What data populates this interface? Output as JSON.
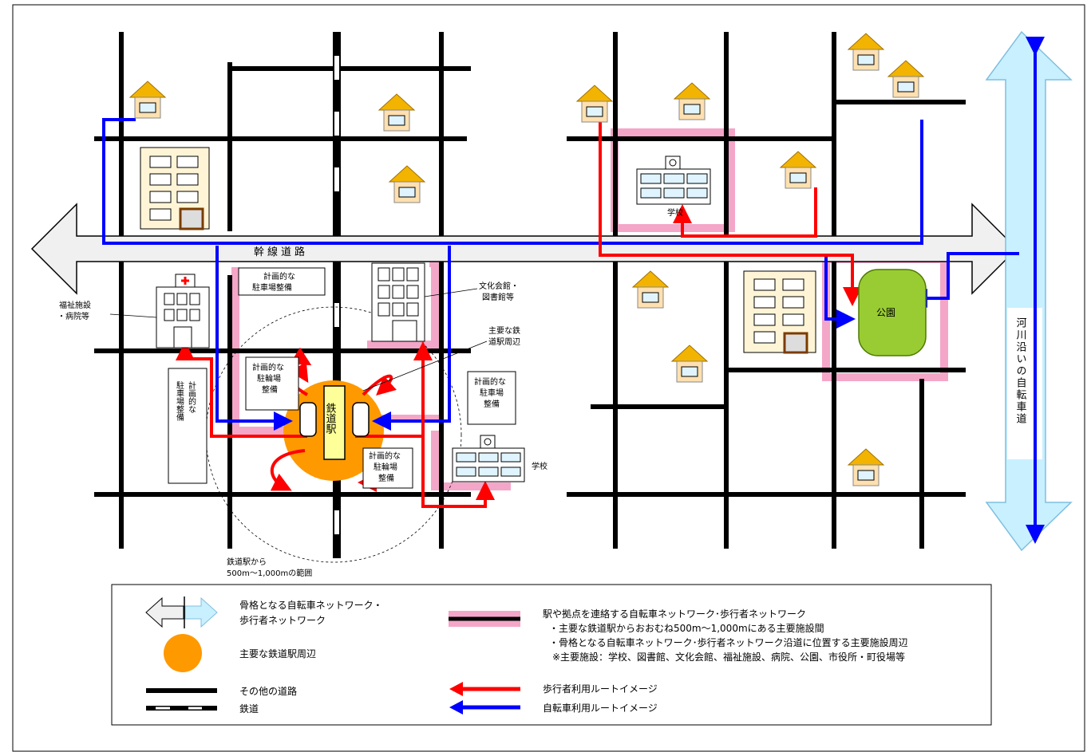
{
  "map": {
    "main_road_label": "幹線道路",
    "river_path_label": "河川沿いの自転車道",
    "station_label": "鉄道駅",
    "park_label": "公園",
    "school_label_top": "学校",
    "school_label_bottom": "学校",
    "welfare_label_1": "福祉施設",
    "welfare_label_2": "・病院等",
    "culture_label_1": "文化会館・",
    "culture_label_2": "図書館等",
    "station_area_label_1": "主要な鉄",
    "station_area_label_2": "道駅周辺",
    "range_label_1": "鉄道駅から",
    "range_label_2": "500m～1,000mの範囲",
    "parking_top_1": "計画的な",
    "parking_top_2": "駐車場整備",
    "parking_left_1": "計画的な",
    "parking_left_2": "駐車場整備",
    "parking_right_1": "計画的な",
    "parking_right_2": "駐車場",
    "parking_right_3": "整備",
    "bike_parking_left_1": "計画的な",
    "bike_parking_left_2": "駐輪場",
    "bike_parking_left_3": "整備",
    "bike_parking_right_1": "計画的な",
    "bike_parking_right_2": "駐輪場",
    "bike_parking_right_3": "整備"
  },
  "legend": {
    "backbone_network_1": "骨格となる自転車ネットワーク・",
    "backbone_network_2": "歩行者ネットワーク",
    "station_area": "主要な鉄道駅周辺",
    "other_roads": "その他の道路",
    "railway": "鉄道",
    "linking_network": "駅や拠点を連絡する自転車ネットワーク･歩行者ネットワーク",
    "linking_note_1": "・主要な鉄道駅からおおむね500m～1,000mにある主要施設間",
    "linking_note_2": "・骨格となる自転車ネットワーク･歩行者ネットワーク沿道に位置する主要施設周辺",
    "linking_note_3": "※主要施設：学校、図書館、文化会館、福祉施設、病院、公園、市役所・町役場等",
    "pedestrian_route": "歩行者利用ルートイメージ",
    "bicycle_route": "自転車利用ルートイメージ"
  },
  "colors": {
    "road": "#000000",
    "pink_network": "#f4a6c8",
    "pedestrian": "#ff0000",
    "bicycle": "#0000ff",
    "station_area": "#ff9900",
    "park": "#99cc33",
    "house_roof": "#f2b400",
    "house_wall": "#ffe0b0",
    "building": "#fff5d6",
    "river_arrow": "#c8f0ff",
    "main_arrow": "#f0f0f0"
  }
}
